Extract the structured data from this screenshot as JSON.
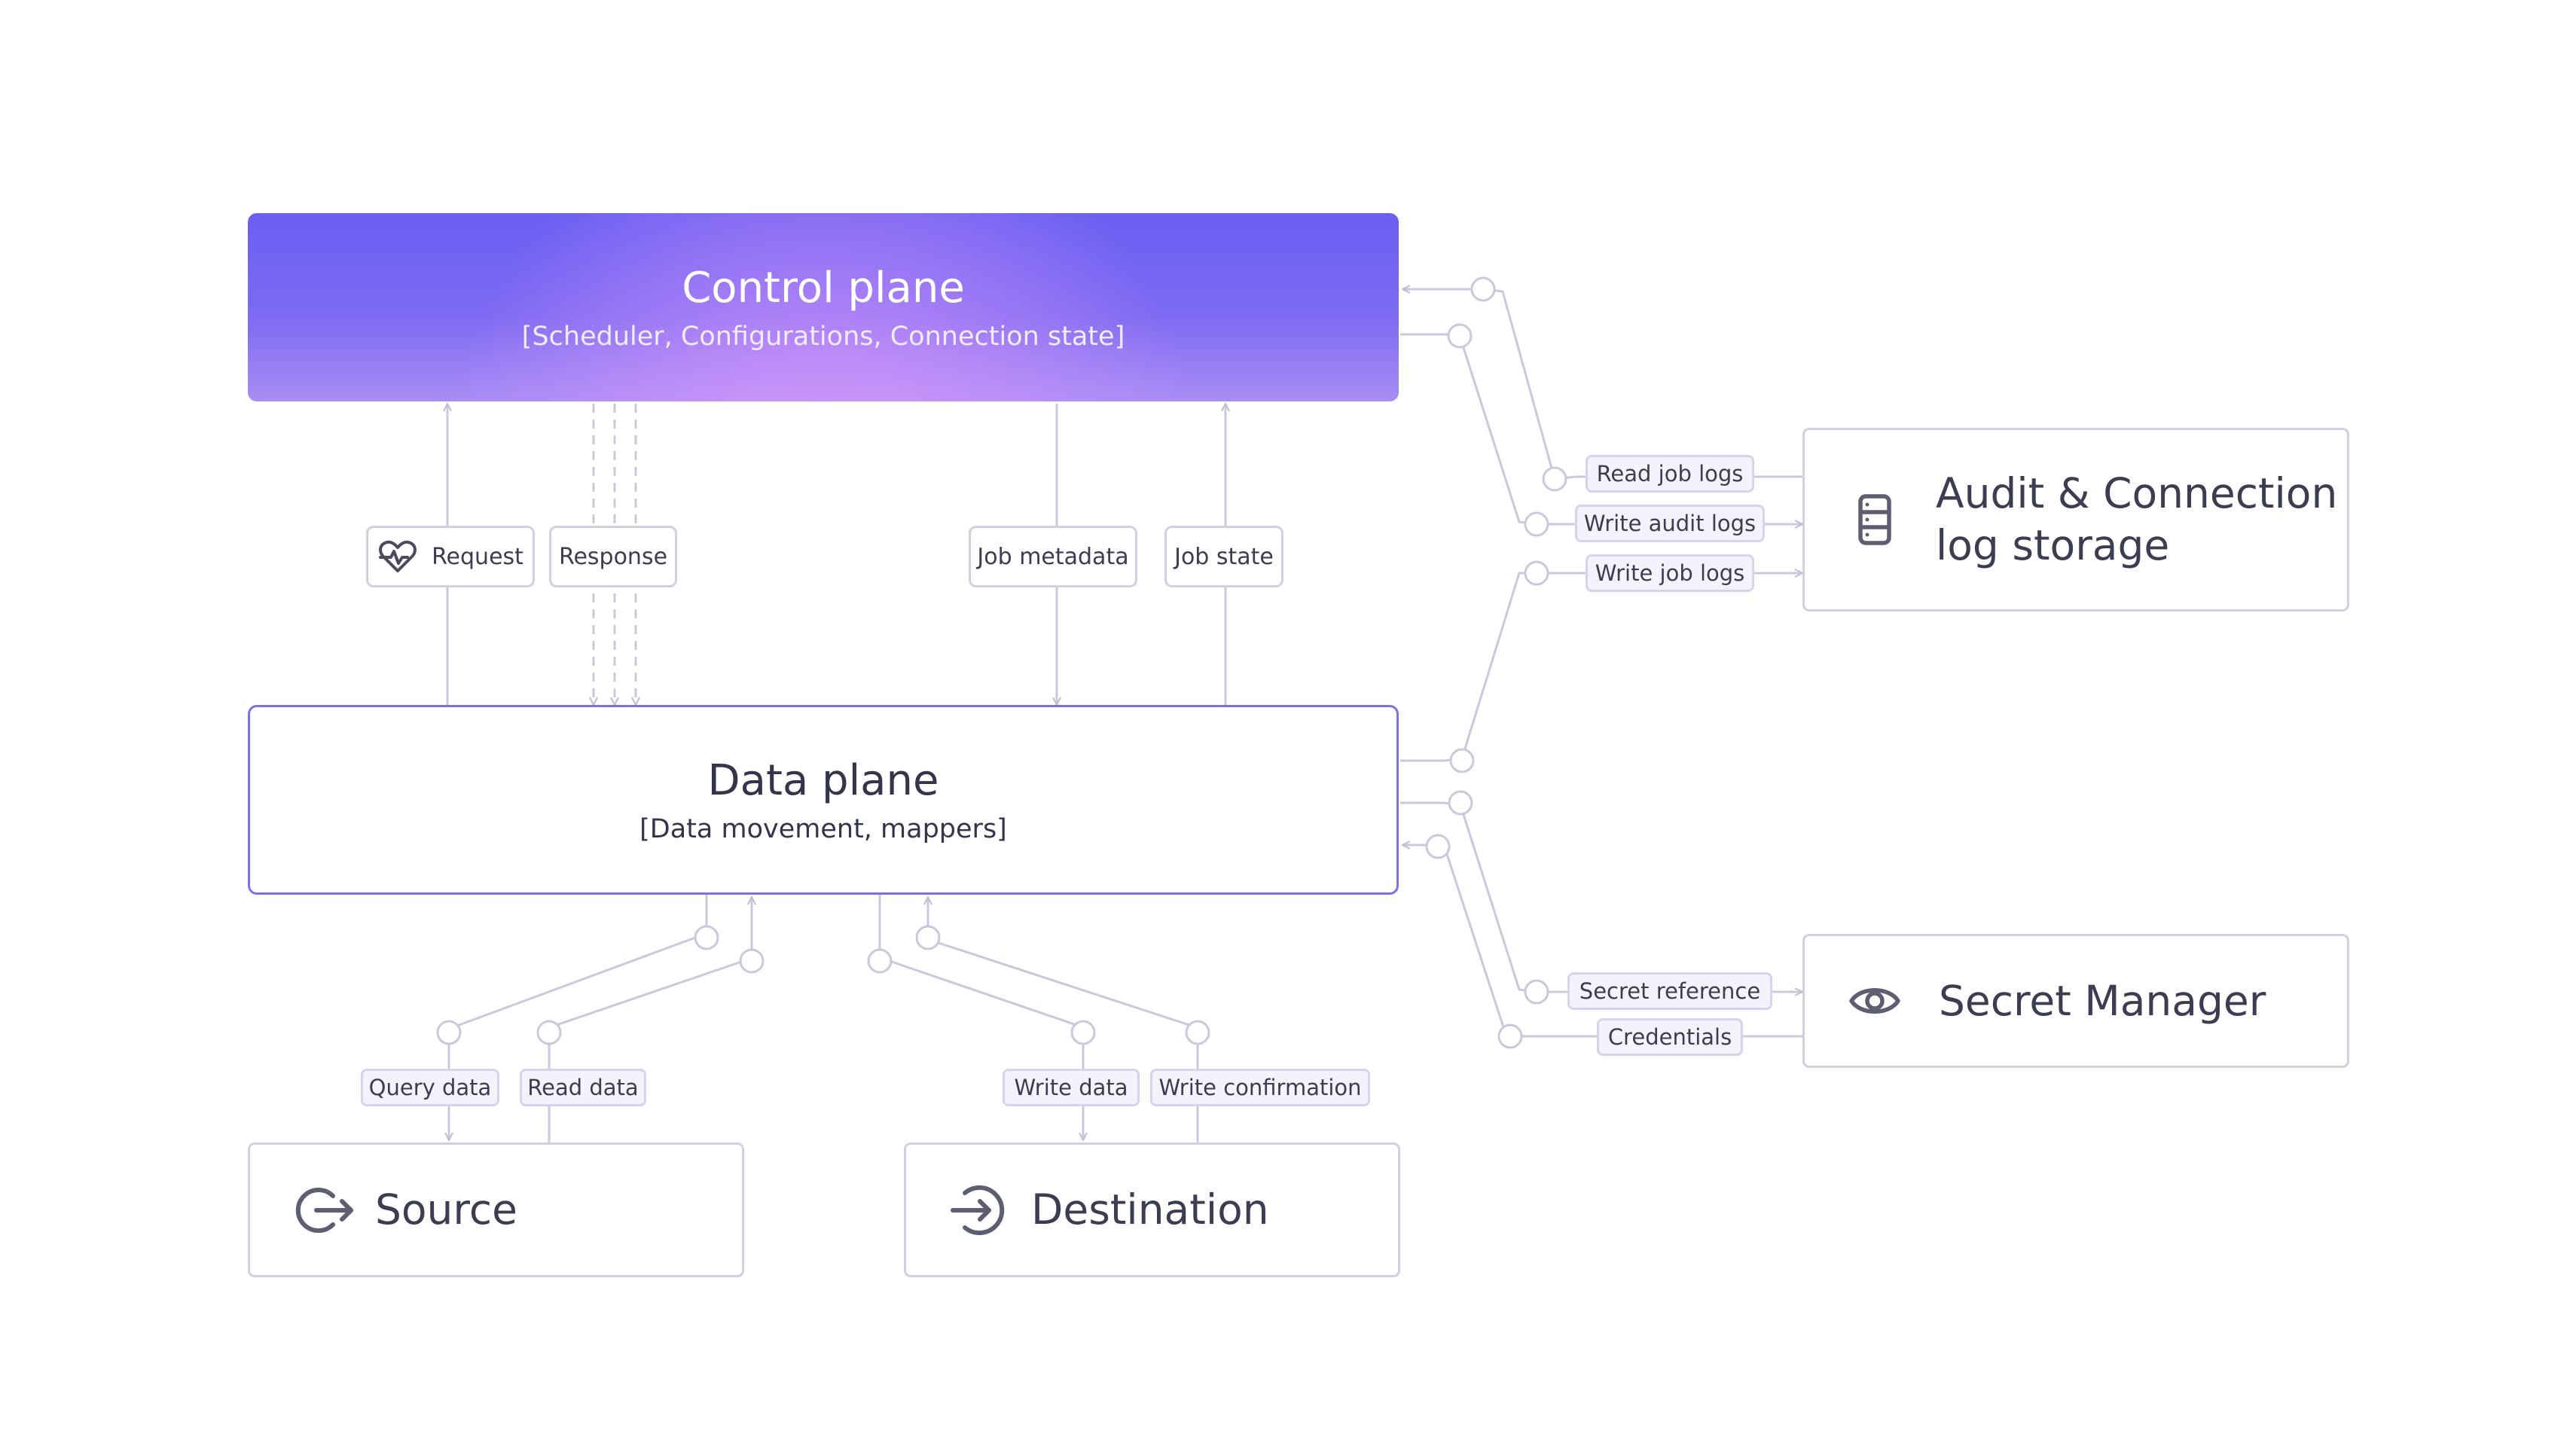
{
  "control_plane": {
    "title": "Control plane",
    "subtitle": "[Scheduler, Configurations, Connection state]"
  },
  "data_plane": {
    "title": "Data plane",
    "subtitle": "[Data movement, mappers]"
  },
  "source": {
    "label": "Source",
    "icon": "exit-arrow-icon"
  },
  "destination": {
    "label": "Destination",
    "icon": "enter-arrow-icon"
  },
  "audit_storage": {
    "line1": "Audit & Connection",
    "line2": "log storage",
    "icon": "server-stack-icon"
  },
  "secret_manager": {
    "label": "Secret Manager",
    "icon": "eye-icon"
  },
  "control_data_labels": {
    "request": "Request",
    "request_icon": "heartbeat-icon",
    "response": "Response",
    "job_metadata": "Job metadata",
    "job_state": "Job state"
  },
  "storage_labels": {
    "read_job_logs": "Read job logs",
    "write_audit_logs": "Write audit logs",
    "write_job_logs": "Write job logs"
  },
  "secret_labels": {
    "secret_reference": "Secret reference",
    "credentials": "Credentials"
  },
  "source_labels": {
    "query_data": "Query data",
    "read_data": "Read data"
  },
  "destination_labels": {
    "write_data": "Write data",
    "write_confirmation": "Write confirmation"
  },
  "colors": {
    "control_gradient_top": "#6a5ff2",
    "control_gradient_bottom": "#a88df5",
    "data_plane_border": "#7b6ff2",
    "connector": "#c9c9dd",
    "text": "#3c3c52"
  }
}
